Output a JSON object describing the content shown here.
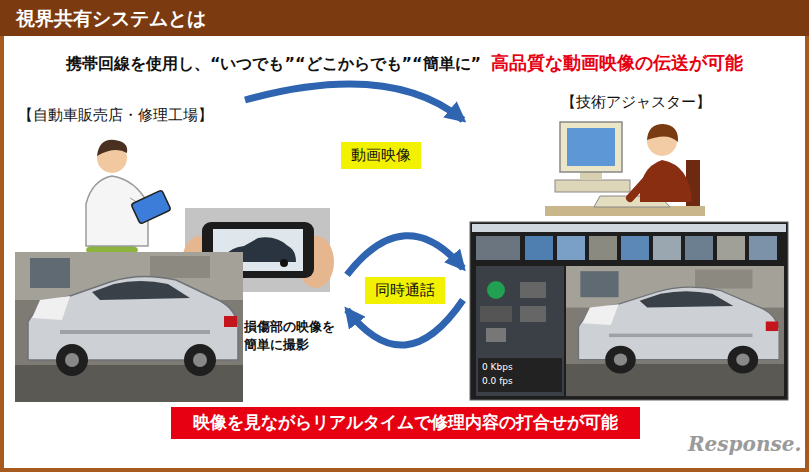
{
  "diagram": {
    "title": "視界共有システムとは",
    "nodes": [
      {
        "text": [
          "【自動車販売店・修理工場】"
        ]
      },
      {
        "text": [
          "【技術アジャスター】"
        ]
      },
      {
        "text": [
          "映像を見ながらリアルタイムで修理内容の打合せが可能"
        ]
      }
    ],
    "edges": [
      {
        "from": 0,
        "to": 1,
        "label": "動画映像",
        "arrow": "to"
      },
      {
        "from": 0,
        "to": 1,
        "label": "同時通話",
        "arrow": "both"
      }
    ],
    "labels": [
      "携帯回線を使用し、“いつでも”“どこからでも”“簡単に”",
      "高品質な動画映像の伝送が可能",
      "損傷部の映像を 簡単に撮影",
      "0 Kbps",
      "0.0 fps",
      "Response."
    ]
  }
}
